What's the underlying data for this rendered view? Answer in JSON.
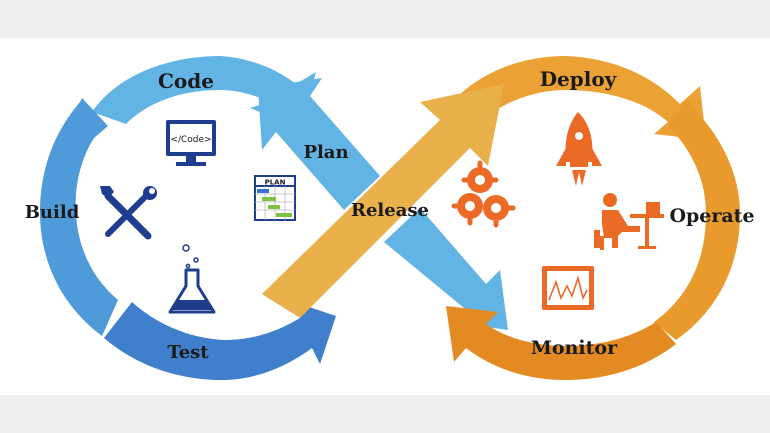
{
  "colors": {
    "blue_light": "#62b4e4",
    "blue_mid": "#4f9ad8",
    "blue_dark": "#3f7fcb",
    "orange_light": "#f0b040",
    "orange_mid": "#eba134",
    "orange_dark": "#e48a22",
    "release_arrow": "#e9b04c",
    "icon_orange": "#ea6a26",
    "icon_navy": "#1f3d8f",
    "label_text": "#1a1a1a",
    "band": "#efefef"
  },
  "stages": {
    "code": "Code",
    "plan": "Plan",
    "build": "Build",
    "test": "Test",
    "release": "Release",
    "deploy": "Deploy",
    "operate": "Operate",
    "monitor": "Monitor"
  },
  "icons": {
    "code_monitor_text": "</Code>",
    "plan_chart_text": "PLAN"
  }
}
